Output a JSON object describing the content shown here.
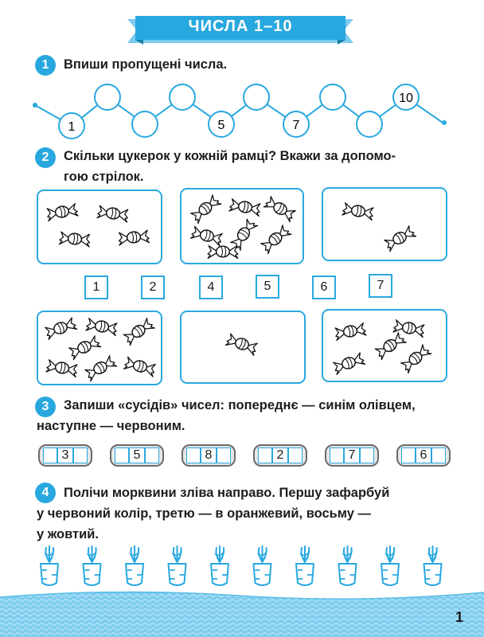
{
  "title": "ЧИСЛА 1–10",
  "tasks": [
    {
      "number": "1",
      "text": "Впиши пропущені числа."
    },
    {
      "number": "2",
      "text_line1": "Скільки цукерок у кожній рамці? Вкажи за допомо-",
      "text_line2": "гою стрілок."
    },
    {
      "number": "3",
      "text_line1": "Запиши «сусідів» чисел: попереднє — синім олівцем,",
      "text_line2": "наступне — червоним."
    },
    {
      "number": "4",
      "text_line1": "Полічи морквини зліва направо. Першу зафарбуй",
      "text_line2": "у червоний колір, третю — в оранжевий, восьму —",
      "text_line3": "у жовтий."
    }
  ],
  "number_chain": [
    "1",
    "",
    "",
    "",
    "5",
    "",
    "7",
    "",
    "",
    "10"
  ],
  "answer_boxes": [
    "1",
    "2",
    "4",
    "5",
    "6",
    "7"
  ],
  "candy_frames_top": [
    4,
    7,
    2
  ],
  "candy_frames_bottom": [
    7,
    1,
    5
  ],
  "neighbor_pills": [
    "3",
    "5",
    "8",
    "2",
    "7",
    "6"
  ],
  "carrot_count": 10,
  "page_number": "1",
  "colors": {
    "accent": "#29a8df",
    "wave": "#8fd3f1"
  }
}
